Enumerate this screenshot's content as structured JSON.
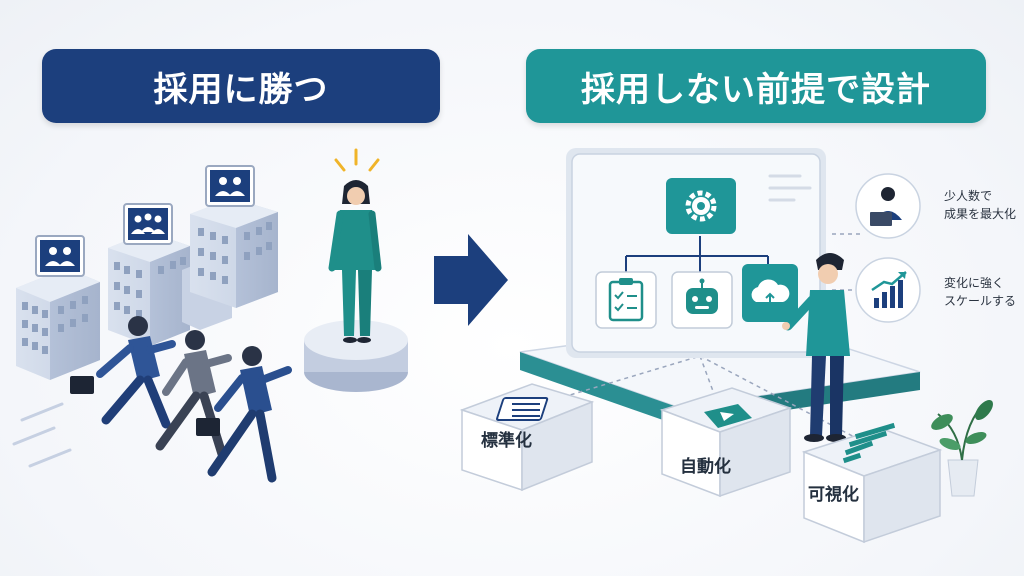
{
  "left_panel": {
    "title": "採用に勝つ"
  },
  "right_panel": {
    "title": "採用しない前提で設計",
    "notes": [
      {
        "icon": "remote-worker-icon",
        "line1": "少人数で",
        "line2": "成果を最大化"
      },
      {
        "icon": "growth-chart-icon",
        "line1": "変化に強く",
        "line2": "スケールする"
      }
    ],
    "pillars": [
      {
        "icon": "checklist-icon",
        "label": "標準化"
      },
      {
        "icon": "play-icon",
        "label": "自動化"
      },
      {
        "icon": "bar-chart-icon",
        "label": "可視化"
      }
    ],
    "board_icons": [
      "gear-icon",
      "clipboard-icon",
      "robot-icon",
      "cloud-icon"
    ]
  },
  "colors": {
    "navy": "#1c3f7d",
    "teal": "#1f9698",
    "building": "#c9d4e6",
    "board": "#eef3f8"
  }
}
